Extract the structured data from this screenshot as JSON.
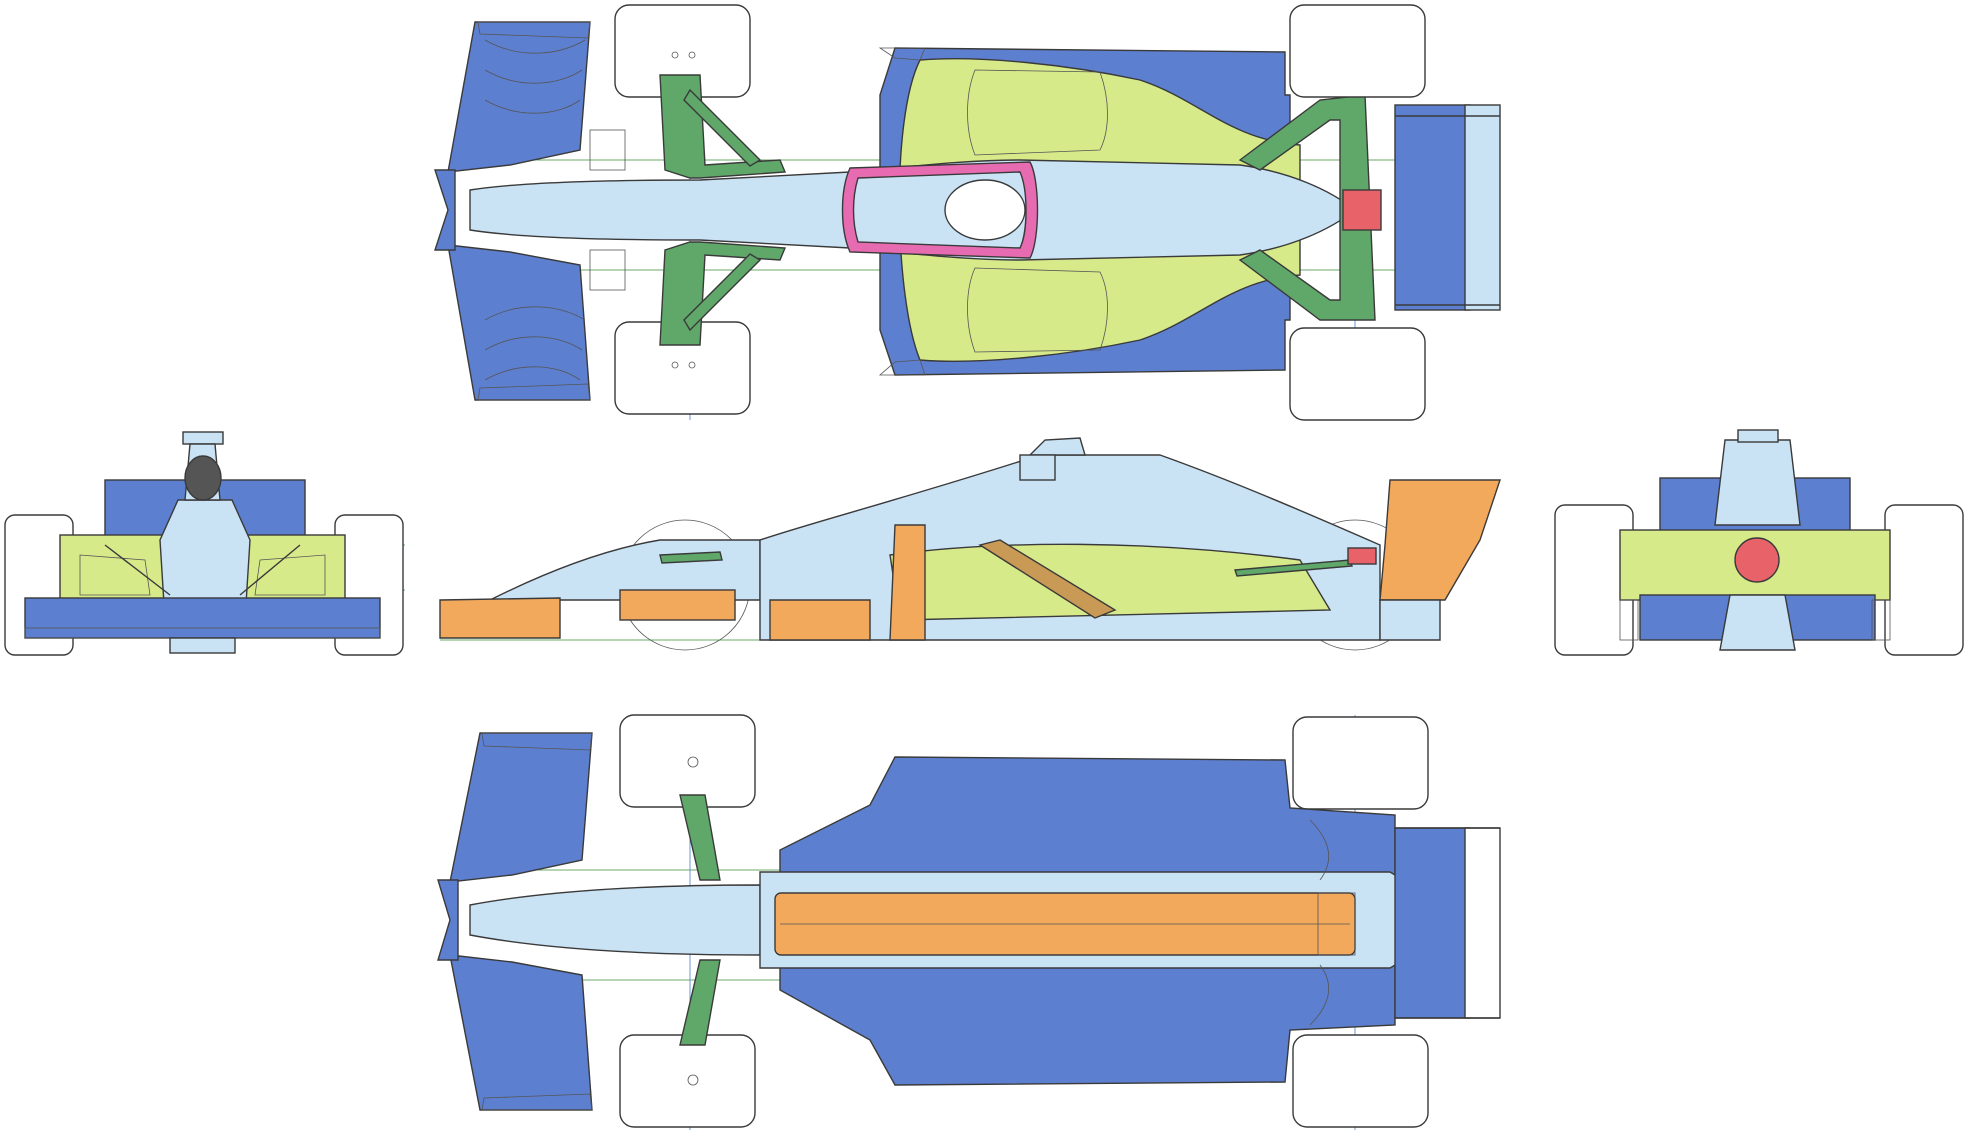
{
  "palette": {
    "wing_blue": "#5d7fcf",
    "body_light_blue": "#c9e3f5",
    "sidepod_yellow_green": "#d7ea8a",
    "radiator_brown": "#c99a55",
    "suspension_green": "#5fa86a",
    "accent_orange": "#f3a95c",
    "cockpit_pink": "#e76bb0",
    "light_red": "#e8626a",
    "tyre_white": "#ffffff",
    "outline": "#3a3a3a"
  },
  "views": [
    {
      "name": "top-view"
    },
    {
      "name": "front-view"
    },
    {
      "name": "side-view"
    },
    {
      "name": "rear-view"
    },
    {
      "name": "bottom-view"
    }
  ]
}
